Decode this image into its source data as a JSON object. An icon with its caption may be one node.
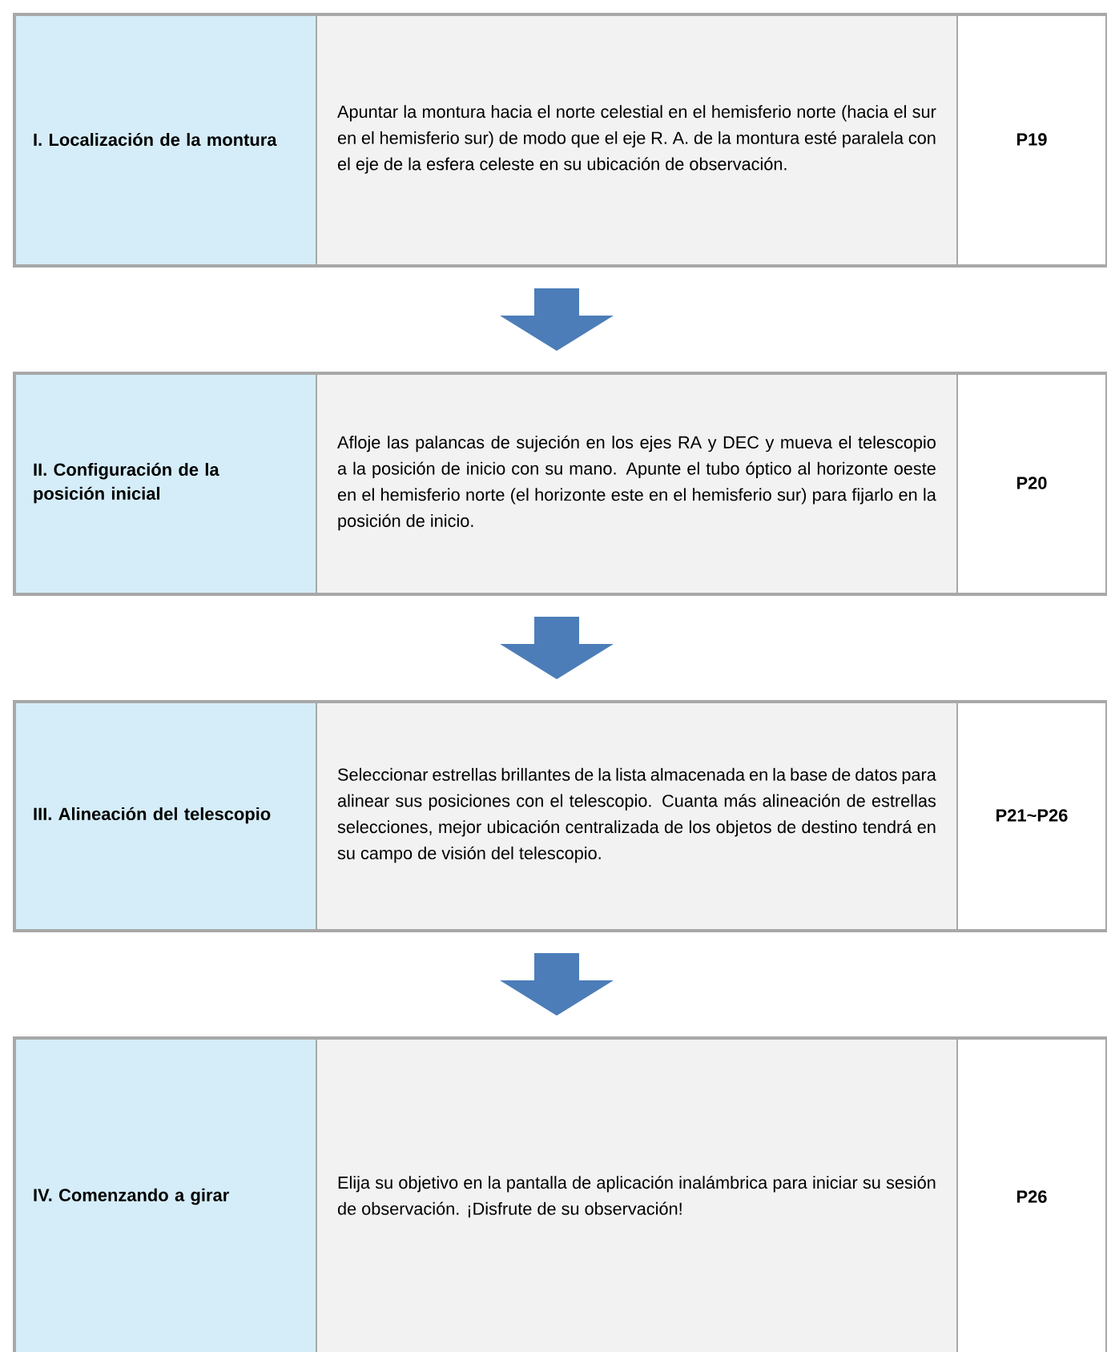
{
  "diagram": {
    "nodes": [
      {
        "text": [],
        "shape": "box"
      },
      {
        "text": [
          "I. Localización de la montura"
        ],
        "in": 0
      },
      {
        "text": [
          "Apuntar la montura hacia el norte celestial en el hemisferio norte (hacia el sur en el hemisferio sur) de modo que el eje R. A. de la montura esté paralela con el eje de la esfera celeste en su ubicación de observación."
        ],
        "in": 0
      },
      {
        "text": [
          "P19"
        ],
        "in": 0
      },
      {
        "text": [],
        "shape": "box"
      },
      {
        "text": [
          "II. Configuración de la posición inicial"
        ],
        "in": 4
      },
      {
        "text": [
          "Afloje las palancas de sujeción en los ejes RA y DEC y mueva el telescopio a la posición de inicio con su mano. Apunte el tubo óptico al horizonte oeste en el hemisferio norte (el horizonte este en el hemisferio sur) para fijarlo en la posición de inicio."
        ],
        "in": 4
      },
      {
        "text": [
          "P20"
        ],
        "in": 4
      },
      {
        "text": [],
        "shape": "box"
      },
      {
        "text": [
          "III. Alineación del telescopio"
        ],
        "in": 8
      },
      {
        "text": [
          "Seleccionar estrellas brillantes de la lista almacenada en la base de datos para alinear sus posiciones con el telescopio. Cuanta más alineación de estrellas selecciones, mejor ubicación centralizada de los objetos de destino tendrá en su campo de visión del telescopio."
        ],
        "in": 8
      },
      {
        "text": [
          "P21~P26"
        ],
        "in": 8
      },
      {
        "text": [],
        "shape": "box"
      },
      {
        "text": [
          "IV. Comenzando a girar"
        ],
        "in": 12
      },
      {
        "text": [
          "Elija su objetivo en la pantalla de aplicación inalámbrica para iniciar su sesión de observación. ¡Disfrute de su observación!"
        ],
        "in": 12
      },
      {
        "text": [
          "P26"
        ],
        "in": 12
      }
    ],
    "edges": [
      {
        "from": 0,
        "to": 4,
        "arrow": "to"
      },
      {
        "from": 4,
        "to": 8,
        "arrow": "to"
      },
      {
        "from": 8,
        "to": 12,
        "arrow": "to"
      }
    ]
  }
}
